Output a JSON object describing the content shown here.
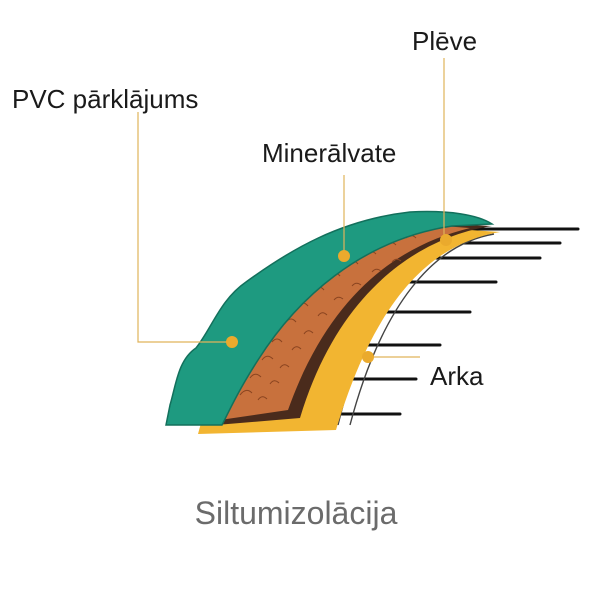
{
  "labels": {
    "pvc": "PVC pārklājums",
    "mineral": "Minerālvate",
    "film": "Plēve",
    "arch": "Arka"
  },
  "caption": "Siltumizolācija",
  "colors": {
    "pvc_cover": "#1e9a80",
    "pvc_edge": "#13705c",
    "mineral_wool": "#c8713d",
    "mineral_texture": "#8a4420",
    "film": "#4a2b1c",
    "base_layer": "#f2b531",
    "arch_frame": "#ffffff",
    "rods": "#111111",
    "leader_line": "#e0b35a",
    "marker_dot": "#eaaa2d",
    "caption_text": "#6b6b6b"
  }
}
